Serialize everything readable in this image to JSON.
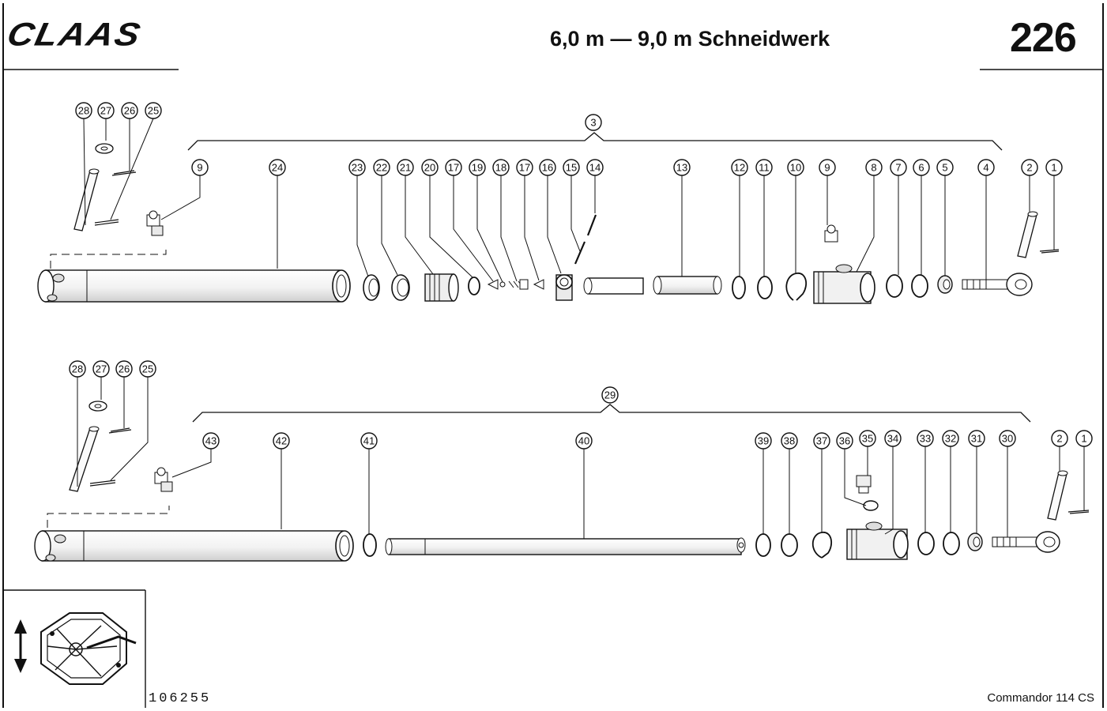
{
  "header": {
    "brand": "CLAAS",
    "title": "6,0 m — 9,0 m Schneidwerk",
    "page_number": "226"
  },
  "footer": {
    "drawing_number": "106255",
    "model": "Commandor 114 CS"
  },
  "assembly_top": {
    "label": "3",
    "fastener_labels": [
      "28",
      "27",
      "26",
      "25"
    ],
    "part_labels": [
      "9",
      "24",
      "23",
      "22",
      "21",
      "20",
      "17",
      "19",
      "18",
      "17",
      "16",
      "15",
      "14",
      "13",
      "12",
      "11",
      "10",
      "9",
      "8",
      "7",
      "6",
      "5",
      "4",
      "2",
      "1"
    ]
  },
  "assembly_bottom": {
    "label": "29",
    "fastener_labels": [
      "28",
      "27",
      "26",
      "25"
    ],
    "part_labels": [
      "43",
      "42",
      "41",
      "40",
      "39",
      "38",
      "37",
      "36",
      "35",
      "34",
      "33",
      "32",
      "31",
      "30",
      "2",
      "1"
    ]
  },
  "inset": {
    "icon": "reel-lift-direction-icon"
  }
}
